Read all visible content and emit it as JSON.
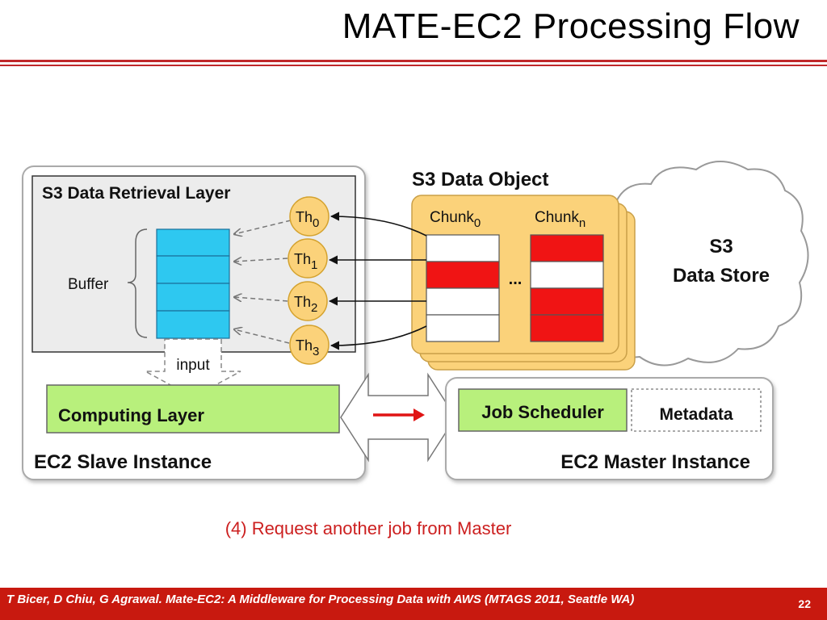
{
  "slide": {
    "title": "MATE-EC2 Processing Flow",
    "caption": "(4) Request another job from Master",
    "citation": "T Bicer, D Chiu, G Agrawal. Mate-EC2: A Middleware for Processing Data with AWS (MTAGS 2011, Seattle WA)",
    "page_number": "22"
  },
  "diagram": {
    "slave_instance_label": "EC2 Slave Instance",
    "retrieval_layer_label": "S3 Data Retrieval Layer",
    "buffer_label": "Buffer",
    "input_label": "input",
    "computing_layer_label": "Computing Layer",
    "threads": [
      {
        "base": "Th",
        "sub": "0"
      },
      {
        "base": "Th",
        "sub": "1"
      },
      {
        "base": "Th",
        "sub": "2"
      },
      {
        "base": "Th",
        "sub": "3"
      }
    ],
    "s3_object_label": "S3 Data Object",
    "chunk0": {
      "base": "Chunk",
      "sub": "0"
    },
    "chunkn": {
      "base": "Chunk",
      "sub": "n"
    },
    "ellipsis": "...",
    "data_store_line1": "S3",
    "data_store_line2": "Data Store",
    "master_instance_label": "EC2 Master Instance",
    "job_scheduler_label": "Job Scheduler",
    "metadata_label": "Metadata"
  },
  "colors": {
    "accent_red": "#c8190f",
    "buffer_cyan": "#2ec8f0",
    "green": "#b8f07c",
    "thread_orange": "#fbd27a",
    "chunk_red": "#f01414"
  }
}
